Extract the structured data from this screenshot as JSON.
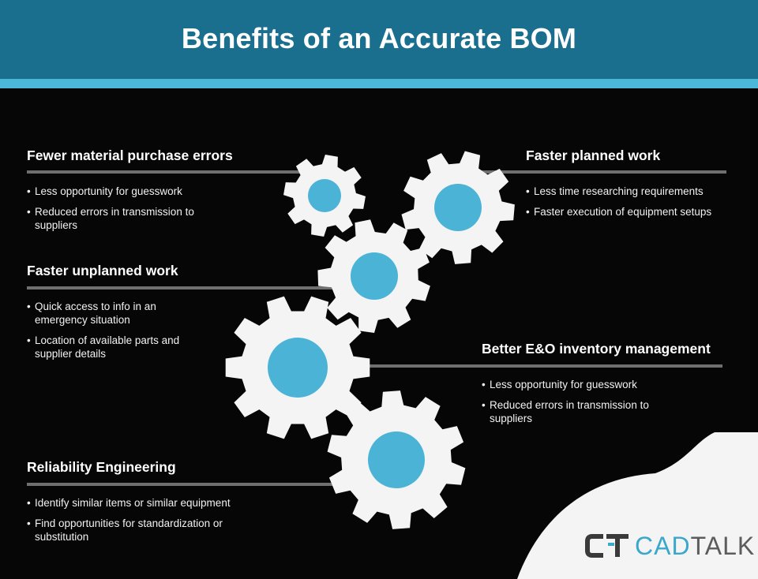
{
  "header": {
    "title": "Benefits of an Accurate BOM",
    "bg_color": "#1a6f8e",
    "stripe_color": "#4bb8da"
  },
  "sections": {
    "fewer_errors": {
      "title": "Fewer material purchase errors",
      "bullets": [
        "Less opportunity for guesswork",
        "Reduced errors in transmission to suppliers"
      ]
    },
    "faster_planned": {
      "title": "Faster planned work",
      "bullets": [
        "Less time researching requirements",
        "Faster execution of equipment setups"
      ]
    },
    "faster_unplanned": {
      "title": "Faster unplanned work",
      "bullets": [
        "Quick access to info in an emergency situation",
        "Location of available parts and supplier details"
      ]
    },
    "eo_inventory": {
      "title": "Better E&O inventory management",
      "bullets": [
        "Less opportunity for guesswork",
        "Reduced errors in transmission to suppliers"
      ]
    },
    "reliability": {
      "title": "Reliability Engineering",
      "bullets": [
        "Identify similar items or similar equipment",
        "Find opportunities for standardization or substitution"
      ]
    }
  },
  "logo": {
    "mark": "CT",
    "part1": "CAD",
    "part2": "TALK"
  },
  "colors": {
    "gear": "#f4f4f4",
    "gear_hub": "#4ab3d6",
    "rule": "#6f6f6f",
    "background": "#060606"
  },
  "icons": [
    "gear-icon",
    "cadtalk-logo"
  ]
}
